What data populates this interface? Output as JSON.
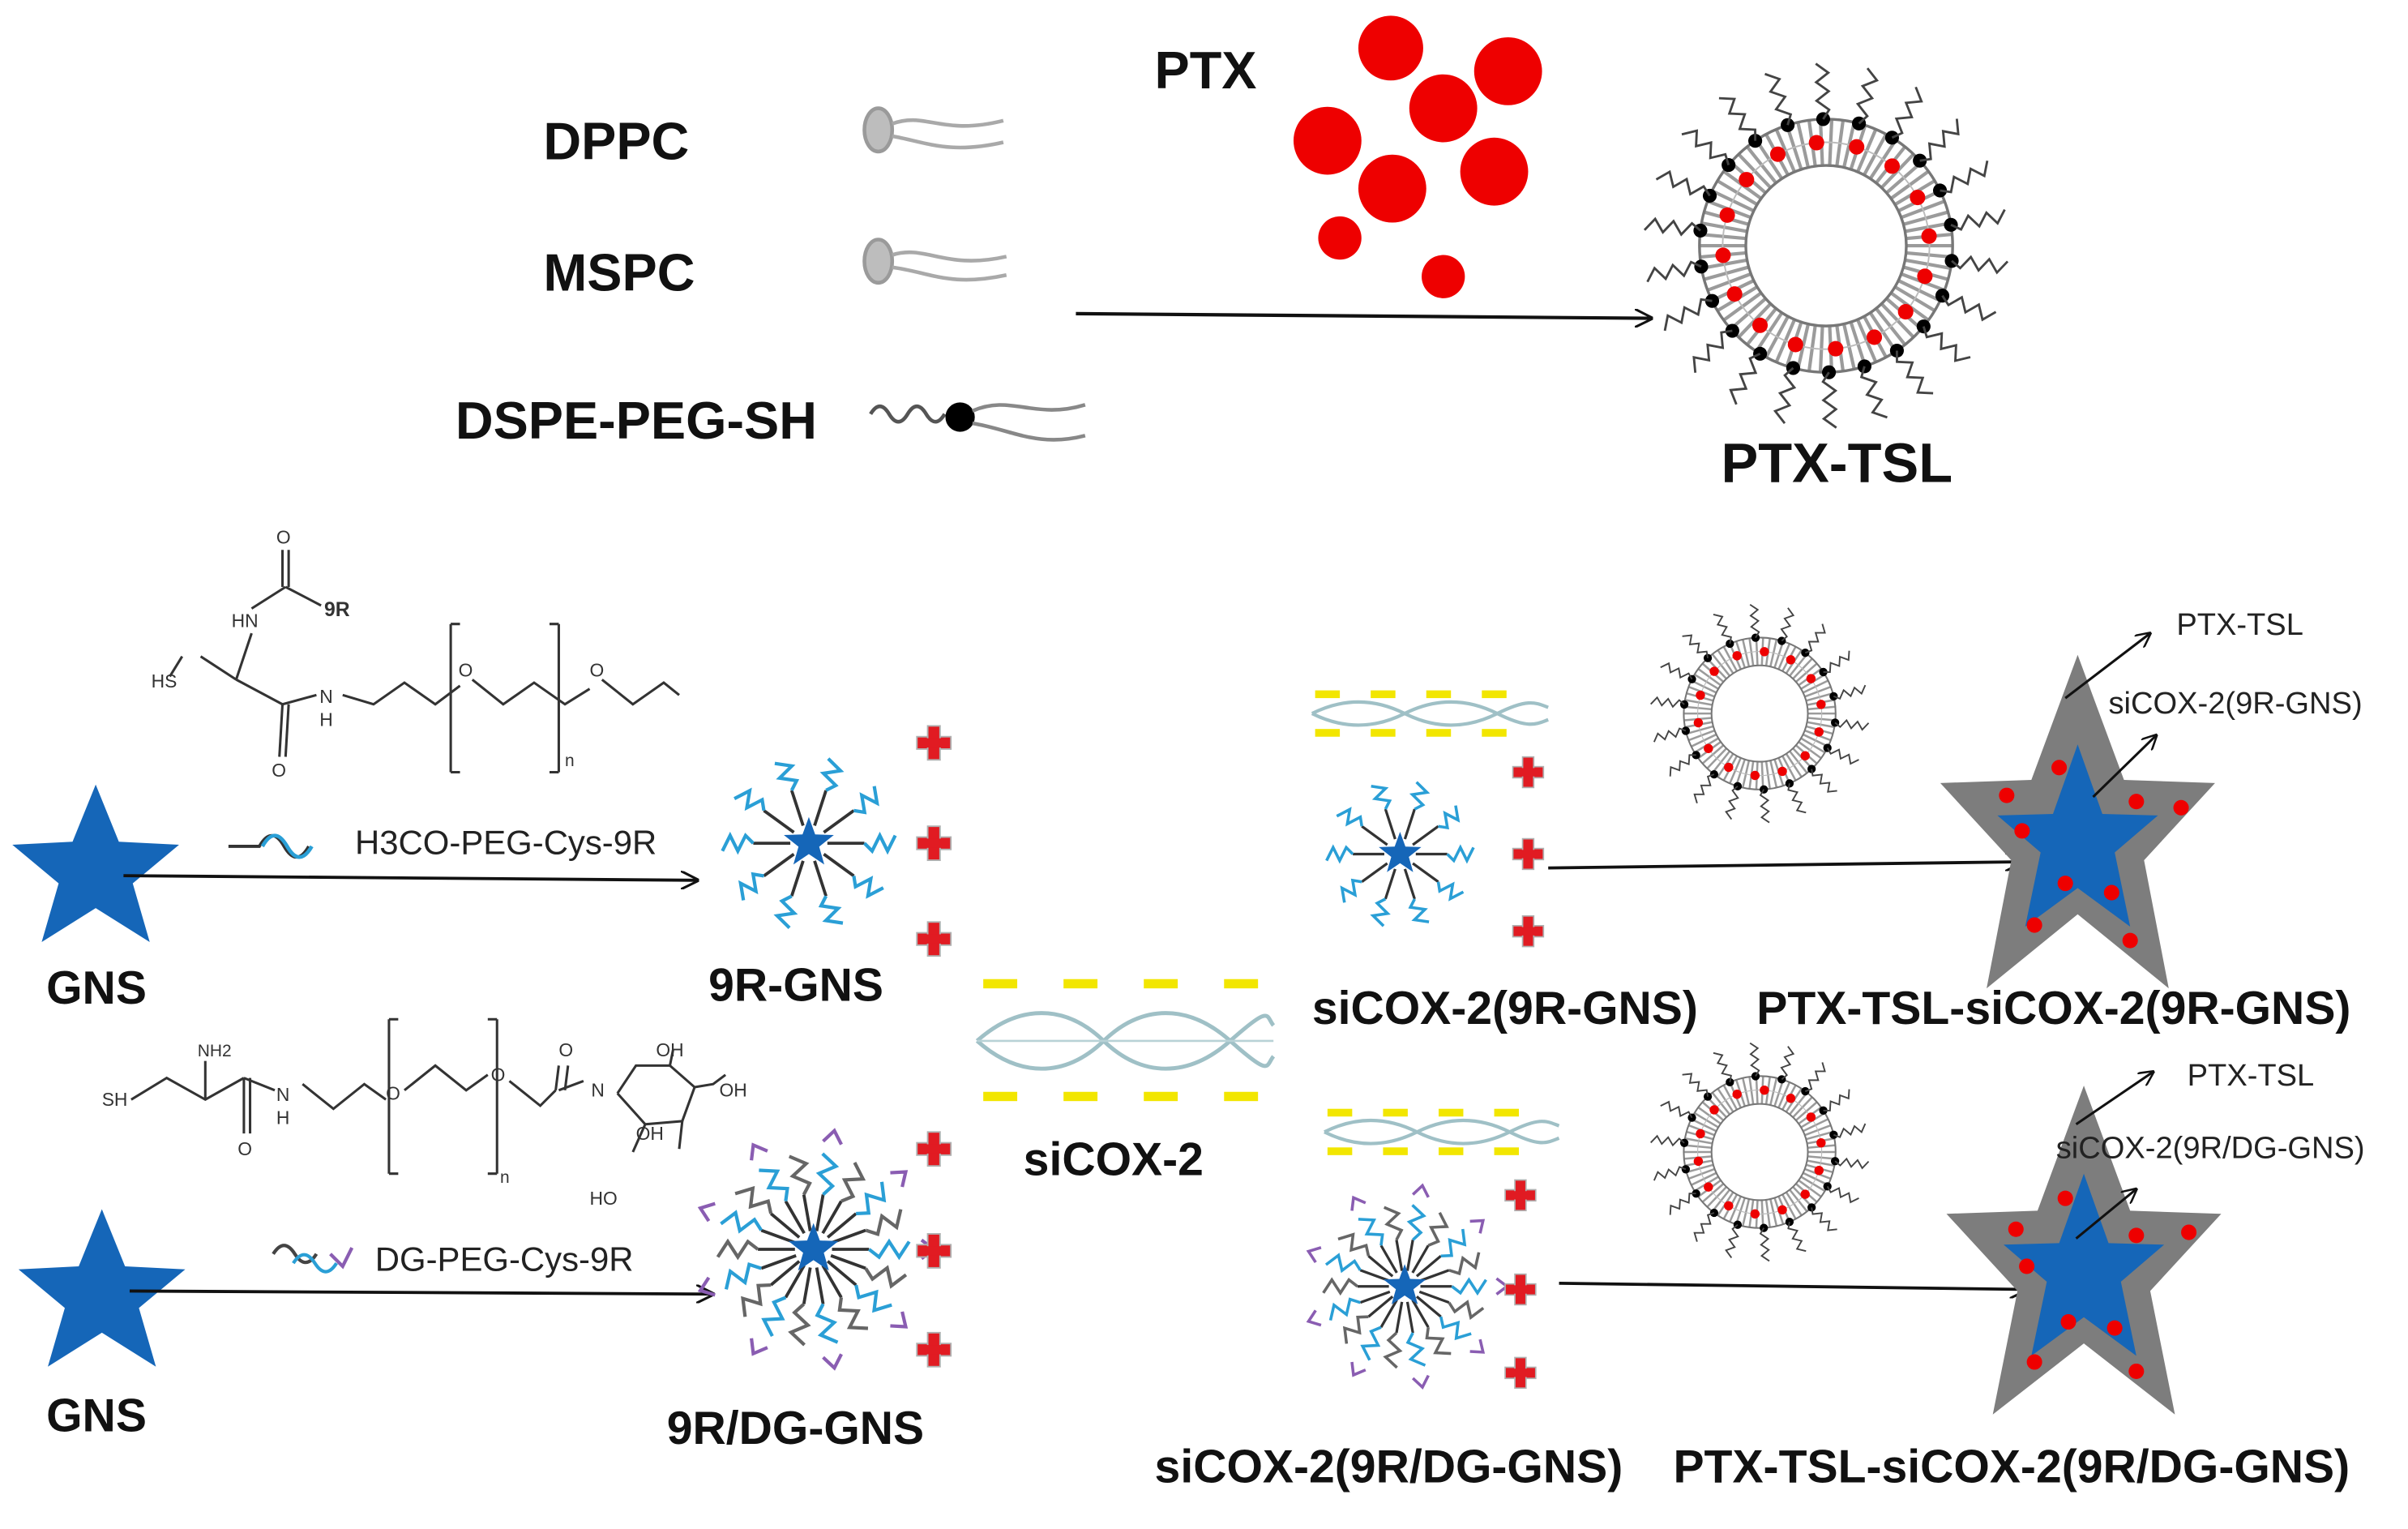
{
  "colors": {
    "star_blue": "#1566b8",
    "drug_red": "#ee0000",
    "charge_red": "#e11b22",
    "neg_yellow": "#f2e600",
    "helix": "#9fc0c6",
    "shell_gray": "#7d7d7d",
    "ligand_blue": "#2a9fd6",
    "dg_purple": "#8a5db2"
  },
  "top": {
    "dppc": "DPPC",
    "mspc": "MSPC",
    "dspe": "DSPE-PEG-SH",
    "ptx": "PTX",
    "ptx_tsl": "PTX-TSL"
  },
  "row1": {
    "gns": "GNS",
    "reagent": "H3CO-PEG-Cys-9R",
    "product": "9R-GNS",
    "complex": "siCOX-2(9R-GNS)",
    "final": "PTX-TSL-siCOX-2(9R-GNS)",
    "callout_tsl": "PTX-TSL",
    "callout_sicox": "siCOX-2(9R-GNS)",
    "chem": {
      "o": "O",
      "nine_r": "9R",
      "hn": "HN",
      "hs": "HS",
      "n": "N",
      "h": "H",
      "o_ring": "O",
      "n_sub": "n"
    }
  },
  "middle": {
    "sicox": "siCOX-2"
  },
  "row2": {
    "gns": "GNS",
    "reagent": "DG-PEG-Cys-9R",
    "product": "9R/DG-GNS",
    "complex": "siCOX-2(9R/DG-GNS)",
    "final": "PTX-TSL-siCOX-2(9R/DG-GNS)",
    "callout_tsl": "PTX-TSL",
    "callout_sicox": "siCOX-2(9R/DG-GNS)",
    "chem": {
      "nh2": "NH2",
      "sh": "SH",
      "n": "N",
      "h": "H",
      "o": "O",
      "n_sub": "n",
      "oh": "OH",
      "ho": "HO"
    }
  }
}
